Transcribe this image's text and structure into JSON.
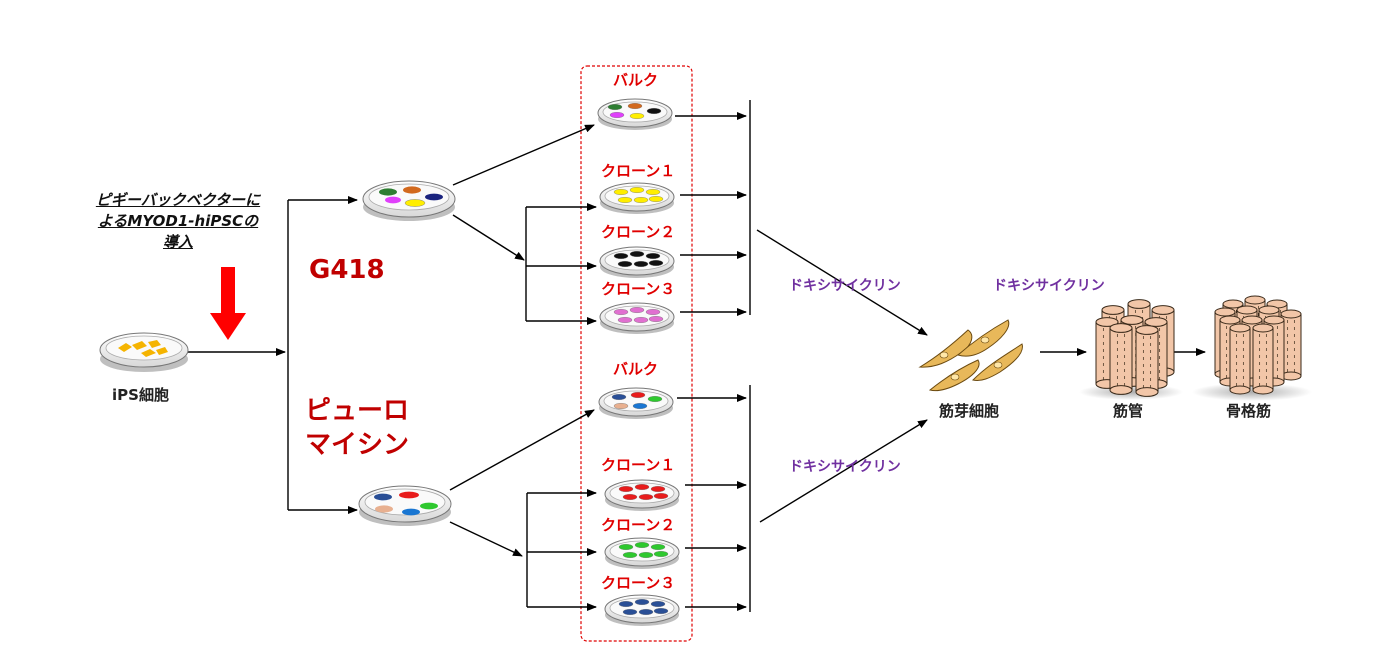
{
  "intro": {
    "line1": "ピギーバックベクターに",
    "line2": "よるMYOD1-hiPSCの",
    "line3": "導入"
  },
  "start": {
    "label": "iPS細胞"
  },
  "selection": {
    "g418": "G418",
    "puro_line1": "ピューロ",
    "puro_line2": "マイシン"
  },
  "g418_group": {
    "bulk": "バルク",
    "clone1": "クローン１",
    "clone2": "クローン２",
    "clone3": "クローン３"
  },
  "puro_group": {
    "bulk": "バルク",
    "clone1": "クローン１",
    "clone2": "クローン２",
    "clone3": "クローン３"
  },
  "doxycycline": {
    "top": "ドキシサイクリン",
    "bottom": "ドキシサイクリン",
    "right": "ドキシサイクリン"
  },
  "stages": {
    "myoblast": "筋芽細胞",
    "myotube": "筋管",
    "skeletal_muscle": "骨格筋"
  },
  "colors": {
    "red_text": "#e00000",
    "dark_red_text": "#c00000",
    "purple_text": "#7030a0",
    "arrow_red": "#ff0000",
    "dashed_box": "#e00000",
    "cell_orange": "#f5b400",
    "clone1_g418": "#ffee00",
    "clone2_g418": "#111111",
    "clone3_g418": "#e070d0",
    "clone1_puro": "#e81c1c",
    "clone2_puro": "#2ec82e",
    "clone3_puro": "#2a4f96",
    "muscle_fill": "#f2c6a8"
  }
}
